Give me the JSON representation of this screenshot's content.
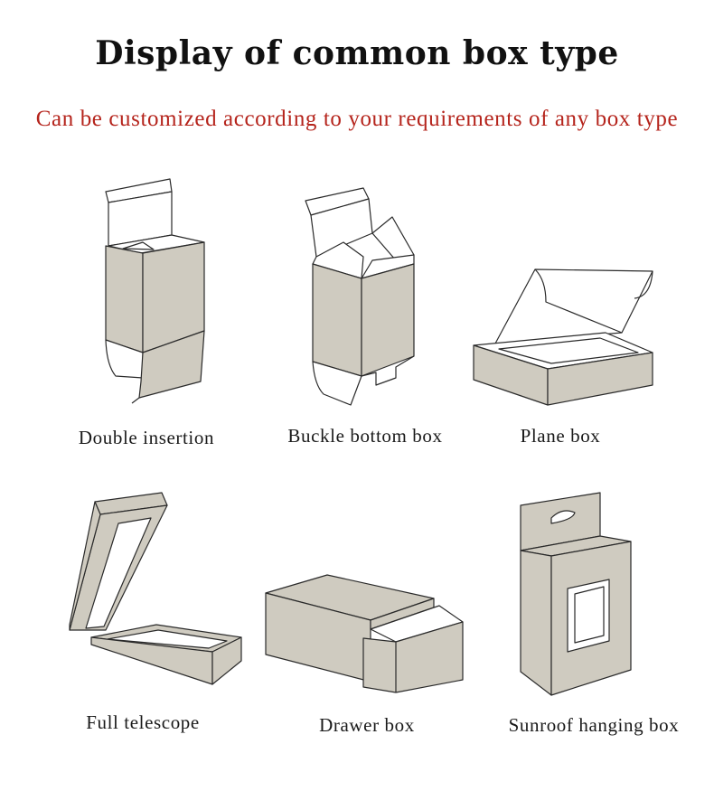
{
  "header": {
    "title": "Display of common box type",
    "subtitle": "Can be customized according to your requirements of any box type"
  },
  "colors": {
    "subtitle": "#b5241c",
    "box_fill": "#cfcbc0",
    "box_inner": "#ffffff",
    "outline": "#2a2a2a"
  },
  "boxes": [
    {
      "label": "Double insertion",
      "icon": "double-insertion-box-icon"
    },
    {
      "label": "Buckle bottom box",
      "icon": "buckle-bottom-box-icon"
    },
    {
      "label": "Plane box",
      "icon": "plane-box-icon"
    },
    {
      "label": "Full telescope",
      "icon": "full-telescope-box-icon"
    },
    {
      "label": "Drawer box",
      "icon": "drawer-box-icon"
    },
    {
      "label": "Sunroof hanging box",
      "icon": "sunroof-hanging-box-icon"
    }
  ]
}
